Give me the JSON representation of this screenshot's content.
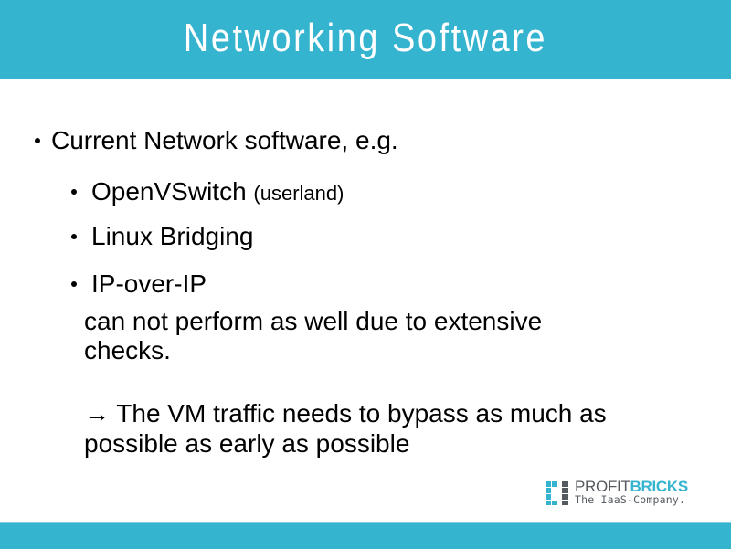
{
  "slide": {
    "title": "Networking Software",
    "colors": {
      "accent": "#35b4cf",
      "text": "#000000",
      "logo_gray": "#555a60"
    },
    "bullets": [
      {
        "level": 1,
        "text": "Current Network software, e.g."
      }
    ],
    "sub_bullets": [
      {
        "level": 2,
        "text": "OpenVSwitch",
        "suffix": "(userland)"
      },
      {
        "level": 2,
        "text": "Linux Bridging"
      },
      {
        "level": 2,
        "text": "IP-over-IP"
      }
    ],
    "paragraph": {
      "line1": "can not perform as well due to extensive",
      "line2": "checks.",
      "arrow_icon": "→",
      "line3": "The VM traffic needs to bypass as much as",
      "line4": "possible as early as possible"
    }
  },
  "logo": {
    "word_part1": "PROFIT",
    "word_part2": "BRICKS",
    "tagline": "The IaaS-Company.",
    "icon": "profitbricks-logo-icon"
  }
}
